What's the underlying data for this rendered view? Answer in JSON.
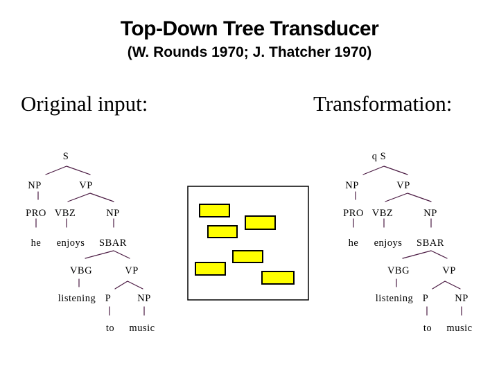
{
  "slide": {
    "title": "Top-Down Tree Transducer",
    "subtitle": "(W. Rounds 1970; J. Thatcher 1970)"
  },
  "headings": {
    "left": "Original input:",
    "right": "Transformation:"
  },
  "trees": {
    "left": {
      "root_label": "S",
      "labels": {
        "np1": "NP",
        "vp1": "VP",
        "pro": "PRO",
        "vbz": "VBZ",
        "np2": "NP",
        "he": "he",
        "enjoys": "enjoys",
        "sbar": "SBAR",
        "vbg": "VBG",
        "vp2": "VP",
        "listening": "listening",
        "p": "P",
        "np3": "NP",
        "to": "to",
        "music": "music"
      }
    },
    "right": {
      "root_label": "q S",
      "labels": {
        "np1": "NP",
        "vp1": "VP",
        "pro": "PRO",
        "vbz": "VBZ",
        "np2": "NP",
        "he": "he",
        "enjoys": "enjoys",
        "sbar": "SBAR",
        "vbg": "VBG",
        "vp2": "VP",
        "listening": "listening",
        "p": "P",
        "np3": "NP",
        "to": "to",
        "music": "music"
      }
    }
  },
  "rule_box": {
    "rule_count": 6
  },
  "colors": {
    "background": "#ffffff",
    "text": "#000000",
    "tree_line": "#4a1a42",
    "rule_fill": "#ffff00",
    "rule_stroke": "#000000",
    "box_stroke": "#000000"
  }
}
